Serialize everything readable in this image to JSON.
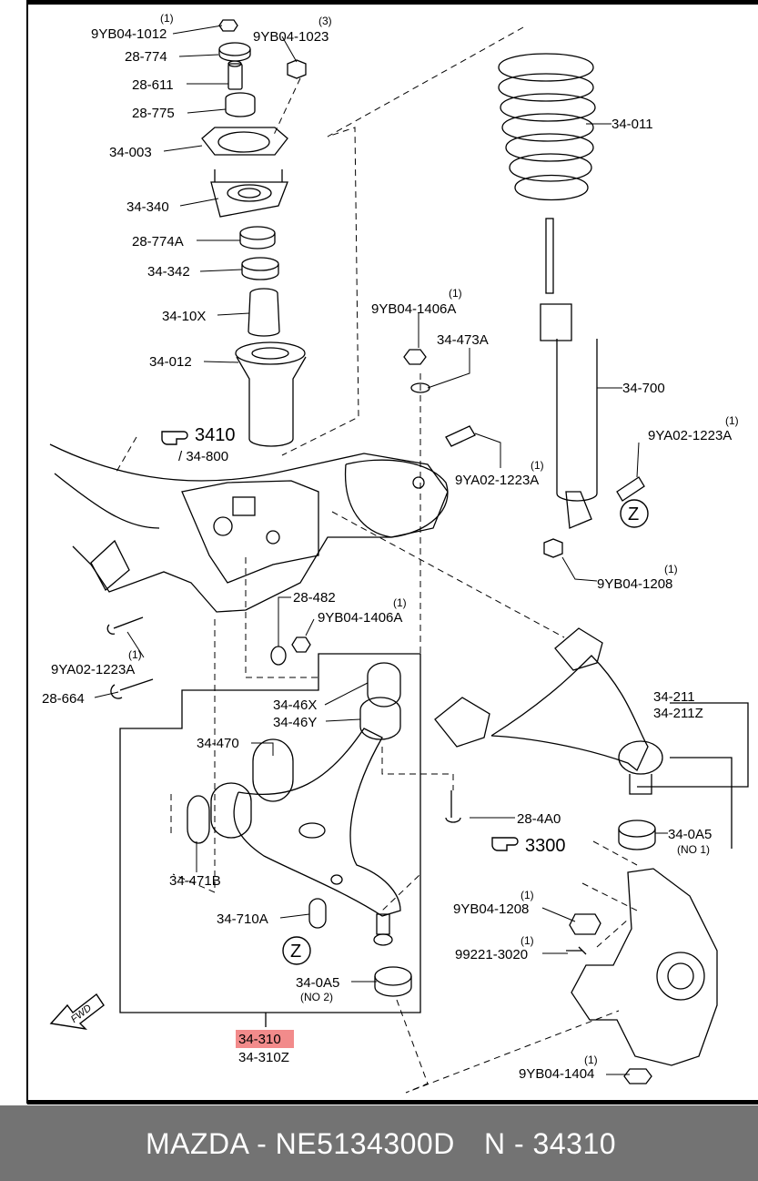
{
  "colors": {
    "highlight": "#f28b8b",
    "caption_bg": "#737373",
    "caption_text": "#ffffff",
    "line": "#000000"
  },
  "callouts": [
    {
      "id": "9YB04-1012",
      "qty": "(1)"
    },
    {
      "id": "9YB04-1023",
      "qty": "(3)"
    },
    {
      "id": "28-774"
    },
    {
      "id": "28-611"
    },
    {
      "id": "28-775"
    },
    {
      "id": "34-003"
    },
    {
      "id": "34-340"
    },
    {
      "id": "28-774A"
    },
    {
      "id": "34-342"
    },
    {
      "id": "34-10X"
    },
    {
      "id": "34-012"
    },
    {
      "id": "34-011"
    },
    {
      "id": "9YB04-1406A",
      "qty": "(1)"
    },
    {
      "id": "34-473A"
    },
    {
      "id": "34-700"
    },
    {
      "id": "9YA02-1223A",
      "qty": "(1)"
    },
    {
      "id": "9YA02-1223A",
      "qty": "(1)"
    },
    {
      "id": "9YB04-1208",
      "qty": "(1)"
    },
    {
      "id": "34-800",
      "prefix": "/ "
    },
    {
      "id": "28-482"
    },
    {
      "id": "9YB04-1406A",
      "qty": "(1)"
    },
    {
      "id": "9YA02-1223A",
      "qty": "(1)"
    },
    {
      "id": "28-664"
    },
    {
      "id": "34-46X"
    },
    {
      "id": "34-46Y"
    },
    {
      "id": "34-470"
    },
    {
      "id": "34-471B"
    },
    {
      "id": "34-710A"
    },
    {
      "id": "34-0A5",
      "note": "(NO 2)"
    },
    {
      "id": "34-211"
    },
    {
      "id": "34-211Z"
    },
    {
      "id": "28-4A0"
    },
    {
      "id": "34-0A5",
      "note": "(NO 1)"
    },
    {
      "id": "9YB04-1208",
      "qty": "(1)"
    },
    {
      "id": "99221-3020",
      "qty": "(1)"
    },
    {
      "id": "9YB04-1404",
      "qty": "(1)"
    },
    {
      "id": "34-310",
      "highlighted": true
    },
    {
      "id": "34-310Z"
    }
  ],
  "references": [
    {
      "label": "3410",
      "icon": "hand-pointer-icon"
    },
    {
      "label": "3300",
      "icon": "hand-pointer-icon"
    }
  ],
  "markers": {
    "z_upper": "Z",
    "z_lower": "Z"
  },
  "fwd_label": "FWD",
  "caption": {
    "brand_part": "MAZDA - NE5134300D",
    "ref": "N - 34310"
  }
}
